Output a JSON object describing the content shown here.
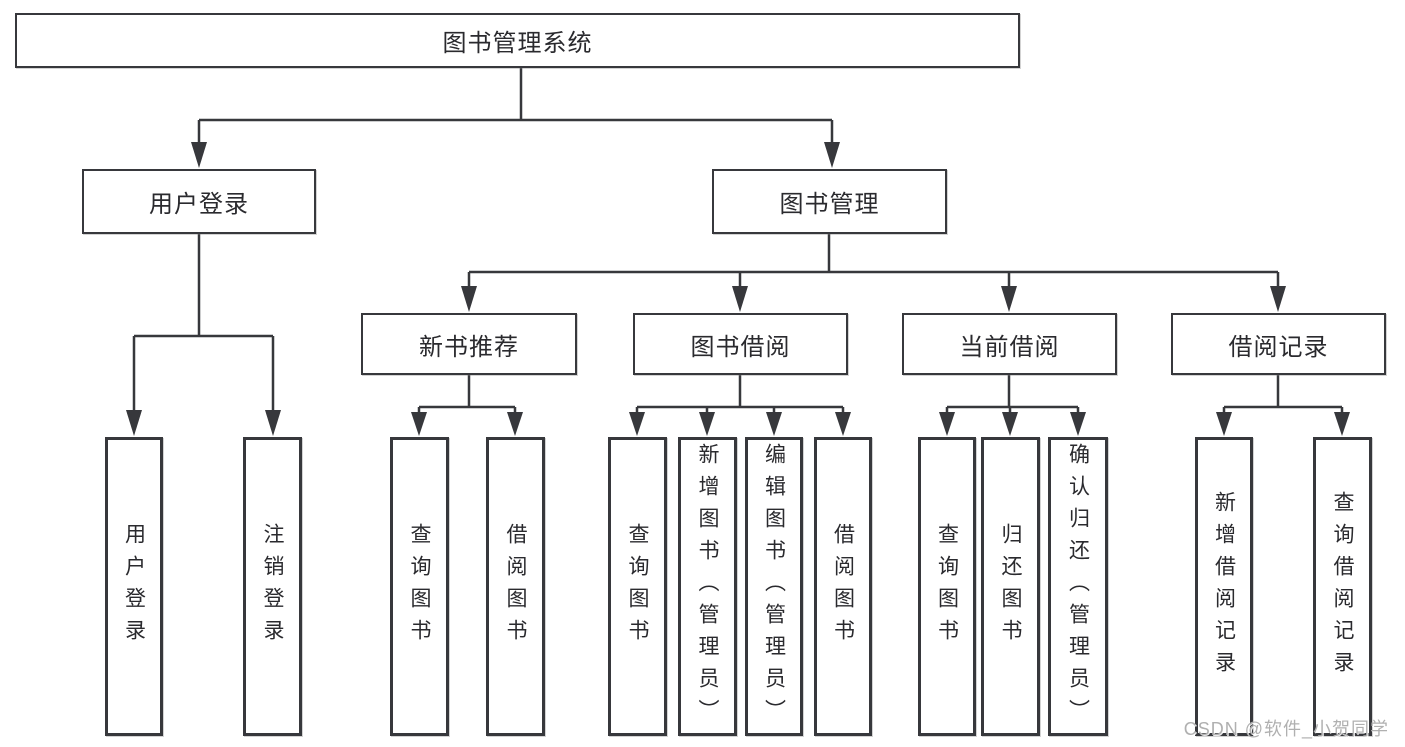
{
  "watermark": "CSDN @软件_小贺同学",
  "colors": {
    "line": "#37383c",
    "text": "#2a2a2e",
    "box_background": "#ffffff",
    "watermark": "#b0b0b0"
  },
  "nodes": {
    "root": "图书管理系统",
    "user_login": "用户登录",
    "book_mgmt": "图书管理",
    "new_books": "新书推荐",
    "book_borrow": "图书借阅",
    "current_borrow": "当前借阅",
    "borrow_records": "借阅记录",
    "ul_login": "用户登录",
    "ul_logout": "注销登录",
    "nb_query": "查询图书",
    "nb_borrow": "借阅图书",
    "bb_query": "查询图书",
    "bb_add": "新增图书（管理员）",
    "bb_edit": "编辑图书（管理员）",
    "bb_borrow": "借阅图书",
    "cb_query": "查询图书",
    "cb_return": "归还图书",
    "cb_confirm": "确认归还（管理员）",
    "br_add": "新增借阅记录",
    "br_query": "查询借阅记录"
  }
}
